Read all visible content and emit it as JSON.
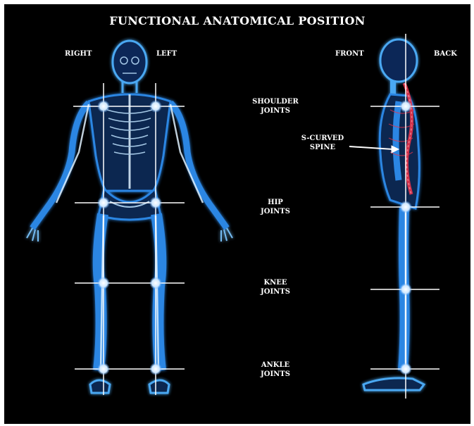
{
  "diagram": {
    "title": "FUNCTIONAL ANATOMICAL POSITION",
    "front_view": {
      "right_label": "RIGHT",
      "left_label": "LEFT"
    },
    "side_view": {
      "front_label": "FRONT",
      "back_label": "BACK"
    },
    "joints": {
      "shoulder": "SHOULDER\nJOINTS",
      "hip": "HIP\nJOINTS",
      "knee": "KNEE\nJOINTS",
      "ankle": "ANKLE\nJOINTS"
    },
    "spine_callout": "S-CURVED\nSPINE"
  },
  "colors": {
    "background": "#000000",
    "bone_glow": "#3aa8ff",
    "skin_glow": "#1e6fd0",
    "spine_highlight": "#e8334a",
    "guide_line": "#ffffff"
  }
}
